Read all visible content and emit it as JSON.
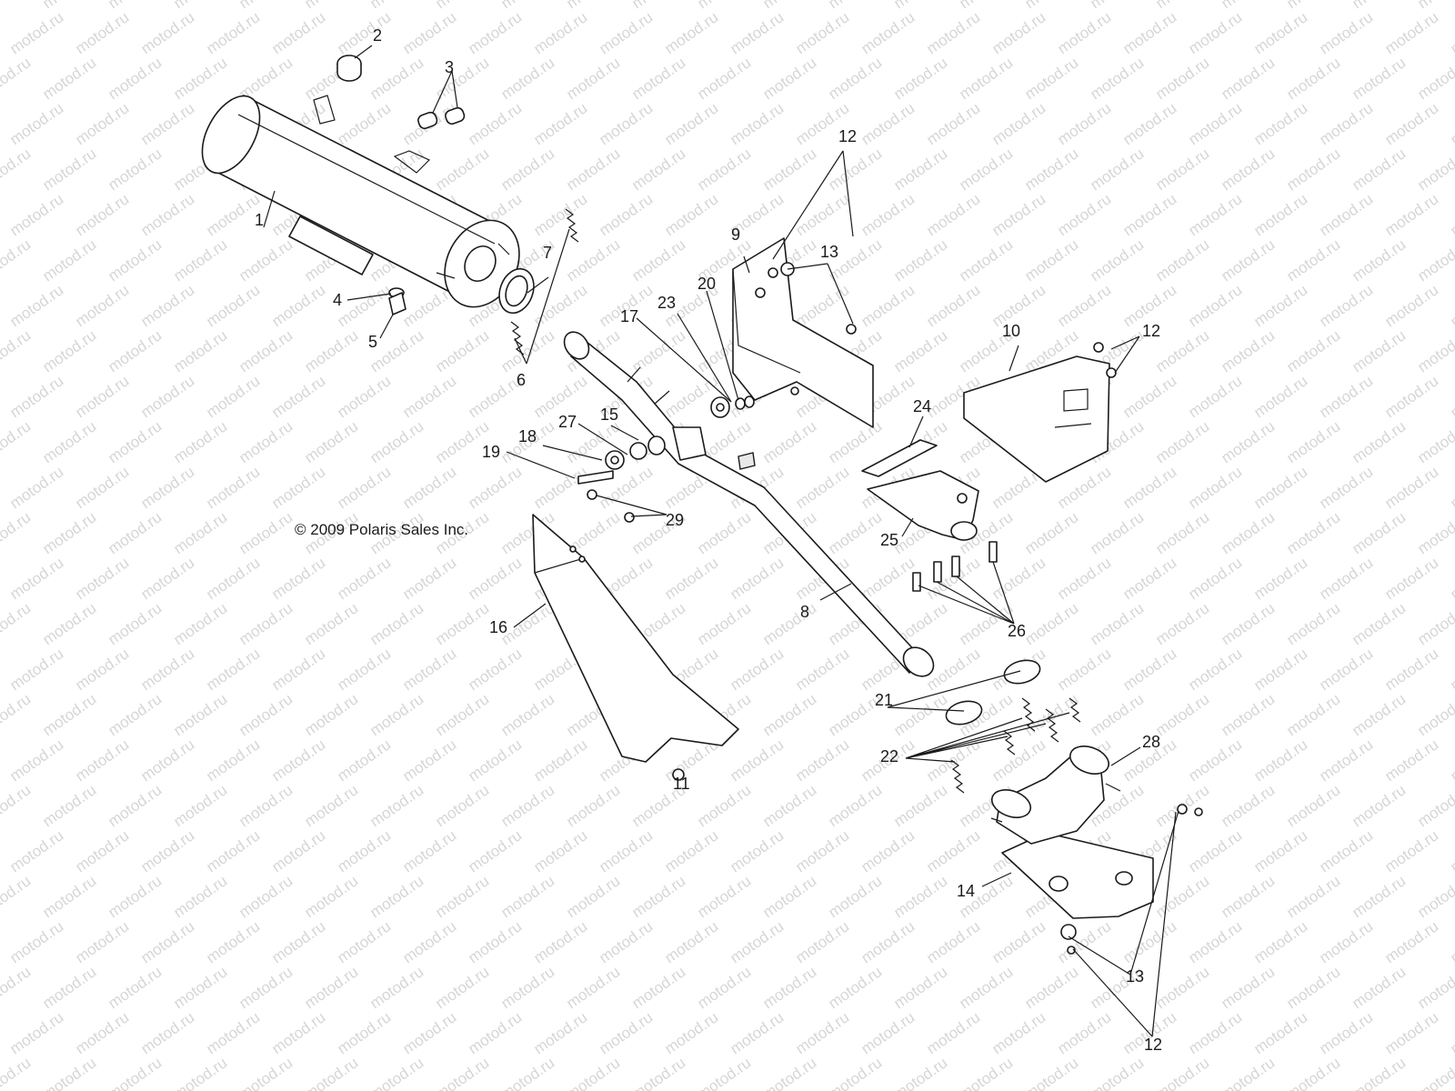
{
  "watermark": {
    "text": "motod.ru",
    "color": "#d6d6d6"
  },
  "copyright": "© 2009 Polaris Sales Inc.",
  "callouts": {
    "c1": "1",
    "c2": "2",
    "c3": "3",
    "c4": "4",
    "c5": "5",
    "c6": "6",
    "c7": "7",
    "c8": "8",
    "c9": "9",
    "c10": "10",
    "c11": "11",
    "c12": "12",
    "c13": "13",
    "c14": "14",
    "c15": "15",
    "c16": "16",
    "c17": "17",
    "c18": "18",
    "c19": "19",
    "c20": "20",
    "c21": "21",
    "c22": "22",
    "c23": "23",
    "c24": "24",
    "c25": "25",
    "c26": "26",
    "c27": "27",
    "c28": "28",
    "c29": "29"
  },
  "icons": {
    "ink": "#1a1a1a",
    "paper": "#ffffff"
  }
}
